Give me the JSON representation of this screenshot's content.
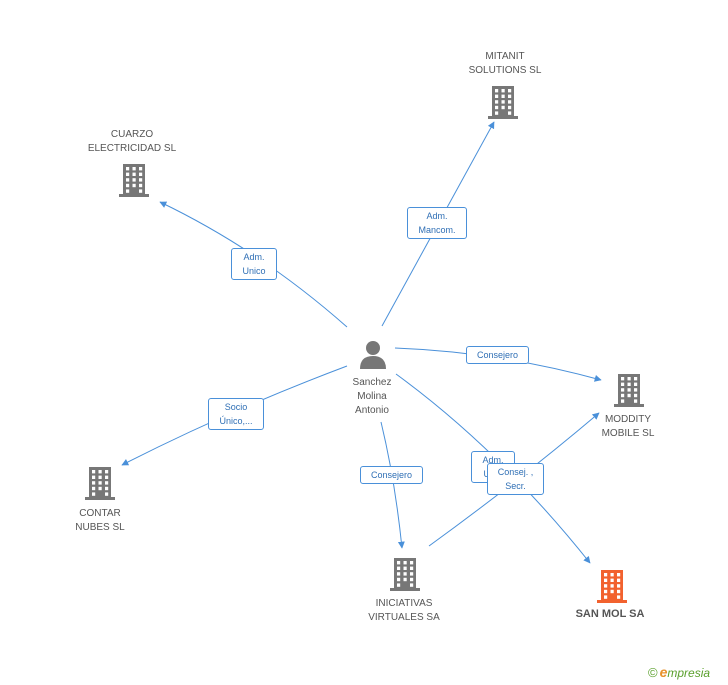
{
  "colors": {
    "edge": "#4a90d9",
    "building": "#777777",
    "building_highlight": "#f2622e",
    "person": "#777777"
  },
  "person": {
    "name": "Sanchez\nMolina\nAntonio",
    "icon": "person-icon"
  },
  "companies": [
    {
      "id": "cuarzo",
      "name": "CUARZO\nELECTRICIDAD SL",
      "icon": "building-icon"
    },
    {
      "id": "mitanit",
      "name": "MITANIT\nSOLUTIONS SL",
      "icon": "building-icon"
    },
    {
      "id": "moddity",
      "name": "MODDITY\nMOBILE  SL",
      "icon": "building-icon"
    },
    {
      "id": "contar",
      "name": "CONTAR\nNUBES SL",
      "icon": "building-icon"
    },
    {
      "id": "iniciativas",
      "name": "INICIATIVAS\nVIRTUALES SA",
      "icon": "building-icon"
    },
    {
      "id": "sanmol",
      "name": "SAN MOL SA",
      "icon": "building-icon",
      "highlight": true
    }
  ],
  "relations": [
    {
      "id": "rel-cuarzo",
      "label": "Adm.\nUnico"
    },
    {
      "id": "rel-mitanit",
      "label": "Adm.\nMancom."
    },
    {
      "id": "rel-moddity",
      "label": "Consejero"
    },
    {
      "id": "rel-contar",
      "label": "Socio\nÚnico,..."
    },
    {
      "id": "rel-iniciativas",
      "label": "Consejero"
    },
    {
      "id": "rel-sanmol-adm",
      "label": "Adm.\nUn..."
    },
    {
      "id": "rel-sanmol-cons",
      "label": "Consej. ,\nSecr."
    }
  ],
  "brand": {
    "copyright": "©",
    "name_initial": "e",
    "name_rest": "mpresia"
  }
}
